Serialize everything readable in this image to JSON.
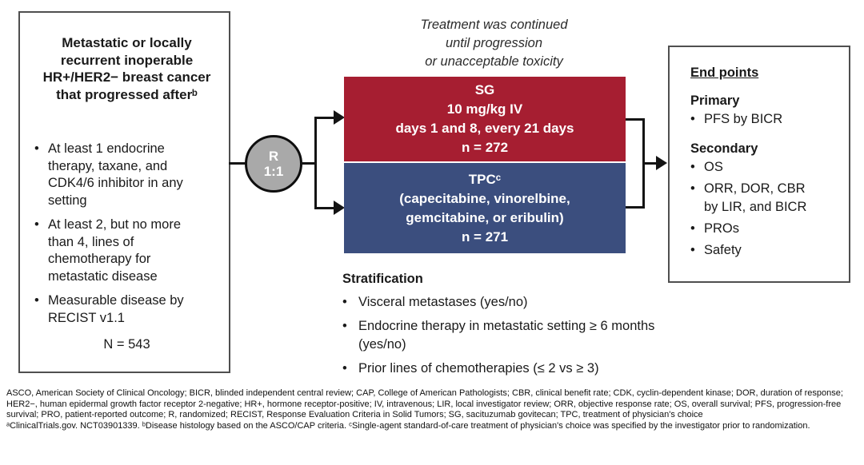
{
  "colors": {
    "arm_red": "#A61E31",
    "arm_blue": "#3B4E7E",
    "circle_gray": "#A9A9A9",
    "line_black": "#141414",
    "border_gray": "#4f4f4f"
  },
  "population_box": {
    "title_lines": [
      "Metastatic or locally",
      "recurrent inoperable",
      "HR+/HER2− breast cancer",
      "that progressed afterᵇ"
    ],
    "bullets": [
      "At least 1 endocrine therapy, taxane, and CDK4/6 inhibitor in any setting",
      "At least 2, but no more than 4, lines of chemotherapy for metastatic disease",
      "Measurable disease by RECIST v1.1"
    ],
    "total_n": "N = 543"
  },
  "randomization": {
    "label_r": "R",
    "ratio": "1:1"
  },
  "continuation_note_lines": [
    "Treatment was continued",
    "until progression",
    "or unacceptable toxicity"
  ],
  "arms": {
    "sg": {
      "lines": [
        "SG",
        "10 mg/kg IV",
        "days 1 and 8, every 21 days",
        "n = 272"
      ]
    },
    "tpc": {
      "lines": [
        "TPCᶜ",
        "(capecitabine, vinorelbine,",
        "gemcitabine, or eribulin)",
        "n = 271"
      ]
    }
  },
  "stratification": {
    "heading": "Stratification",
    "bullets": [
      "Visceral metastases (yes/no)",
      "Endocrine therapy in metastatic setting ≥ 6 months (yes/no)",
      "Prior lines of chemotherapies (≤ 2 vs ≥ 3)"
    ]
  },
  "endpoints": {
    "heading": "End points",
    "primary_label": "Primary",
    "primary_bullets": [
      "PFS by BICR"
    ],
    "secondary_label": "Secondary",
    "secondary_bullets": [
      "OS",
      "ORR, DOR, CBR by LIR, and BICR",
      "PROs",
      "Safety"
    ]
  },
  "footnotes": {
    "abbreviations": "ASCO, American Society of Clinical Oncology; BICR, blinded independent central review; CAP, College of American Pathologists; CBR, clinical benefit rate; CDK, cyclin-dependent kinase; DOR, duration of response; HER2−, human epidermal growth factor receptor 2-negative; HR+, hormone receptor-positive; IV, intravenous; LIR, local investigator review; ORR, objective response rate; OS, overall survival; PFS, progression-free survival; PRO, patient-reported outcome; R, randomized; RECIST, Response Evaluation Criteria in Solid Tumors; SG, sacituzumab govitecan; TPC, treatment of physician's choice",
    "notes": "ᵃClinicalTrials.gov. NCT03901339. ᵇDisease histology based on the ASCO/CAP criteria. ᶜSingle-agent standard-of-care treatment of physician's choice was specified by the investigator prior to randomization."
  }
}
